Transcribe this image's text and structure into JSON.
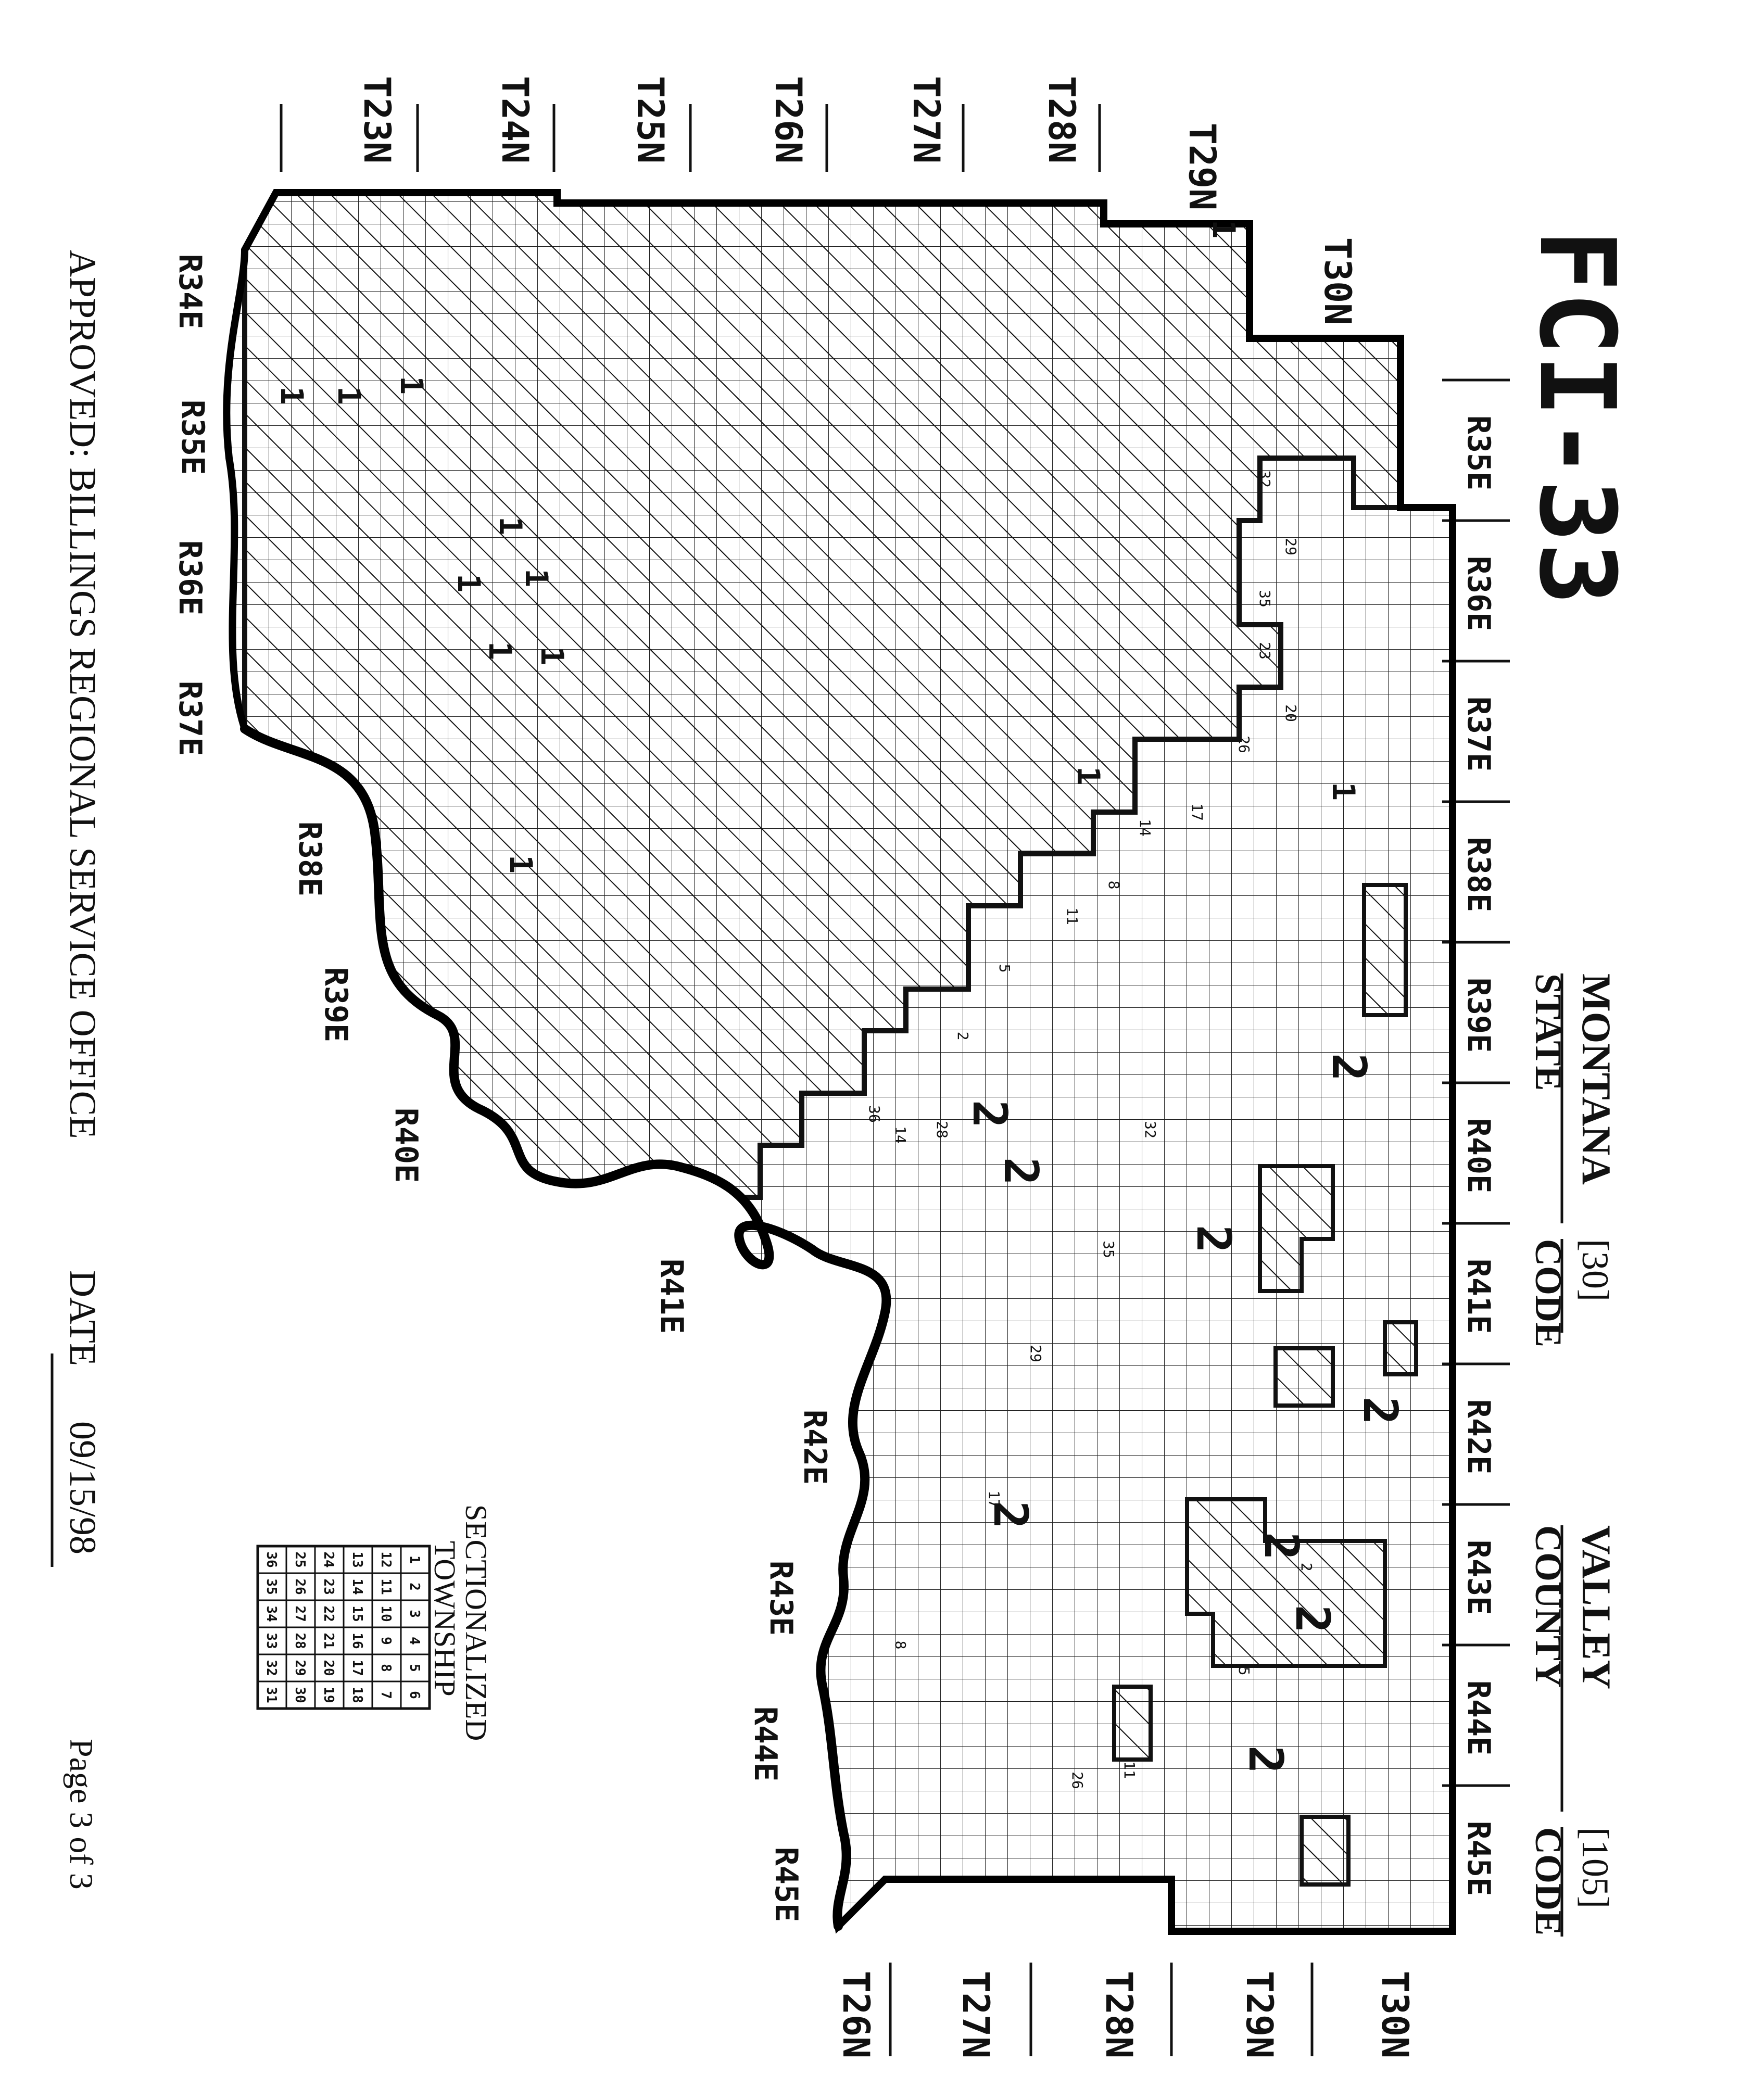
{
  "header": {
    "map_id": "FCI-33",
    "state_label": "STATE",
    "state_name": "MONTANA",
    "state_code_label": "CODE",
    "state_code": "[30]",
    "county_label": "COUNTY",
    "county_name": "VALLEY",
    "county_code_label": "CODE",
    "county_code": "[105]"
  },
  "footer": {
    "approved": "APPROVED: BILLINGS REGIONAL SERVICE OFFICE",
    "date_label": "DATE",
    "date_value": "09/15/98",
    "page": "Page 3 of 3"
  },
  "legend": {
    "title_line1": "SECTIONALIZED",
    "title_line2": "TOWNSHIP",
    "grid": [
      [
        6,
        5,
        4,
        3,
        2,
        1
      ],
      [
        7,
        8,
        9,
        10,
        11,
        12
      ],
      [
        18,
        17,
        16,
        15,
        14,
        13
      ],
      [
        19,
        20,
        21,
        22,
        23,
        24
      ],
      [
        30,
        29,
        28,
        27,
        26,
        25
      ],
      [
        31,
        32,
        33,
        34,
        35,
        36
      ]
    ]
  },
  "townships_west": [
    "T23N",
    "T24N",
    "T25N",
    "T26N",
    "T27N",
    "T28N",
    "T29N",
    "T30N"
  ],
  "townships_east": [
    "T26N",
    "T27N",
    "T28N",
    "T29N",
    "T30N"
  ],
  "ranges_south": [
    "R34E",
    "R35E",
    "R36E",
    "R37E",
    "R38E",
    "R39E",
    "R40E",
    "R41E",
    "R42E",
    "R43E",
    "R44E",
    "R45E"
  ],
  "ranges_north": [
    "R35E",
    "R36E",
    "R37E",
    "R38E",
    "R39E",
    "R40E",
    "R41E",
    "R42E",
    "R43E",
    "R44E",
    "R45E"
  ],
  "map": {
    "zone_labels": [
      "1",
      "1",
      "1",
      "1",
      "1",
      "1",
      "1",
      "1",
      "1",
      "1",
      "1",
      "1",
      "2",
      "2",
      "2",
      "2",
      "2",
      "2",
      "2",
      "2",
      "2"
    ],
    "section_labels": [
      "32",
      "35",
      "23",
      "29",
      "20",
      "26",
      "17",
      "14",
      "8",
      "11",
      "5",
      "2",
      "36",
      "28",
      "14",
      "32",
      "35",
      "29",
      "17",
      "8",
      "26",
      "11",
      "5",
      "2"
    ]
  }
}
